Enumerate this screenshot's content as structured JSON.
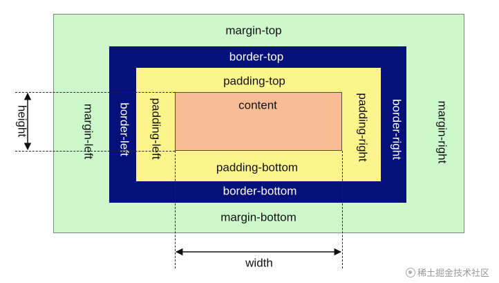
{
  "diagram": {
    "margin": {
      "top": "margin-top",
      "bottom": "margin-bottom",
      "left": "margin-left",
      "right": "margin-right"
    },
    "border": {
      "top": "border-top",
      "bottom": "border-bottom",
      "left": "border-left",
      "right": "border-right"
    },
    "padding": {
      "top": "padding-top",
      "bottom": "padding-bottom",
      "left": "padding-left",
      "right": "padding-right"
    },
    "content": "content",
    "dimensions": {
      "height": "height",
      "width": "width"
    }
  },
  "colors": {
    "margin": "#ccf8cc",
    "border": "#06107a",
    "padding": "#fdf58c",
    "content": "#f8bc94"
  },
  "watermark": {
    "text": "稀土掘金技术社区",
    "icon": "juejin-logo-icon"
  }
}
